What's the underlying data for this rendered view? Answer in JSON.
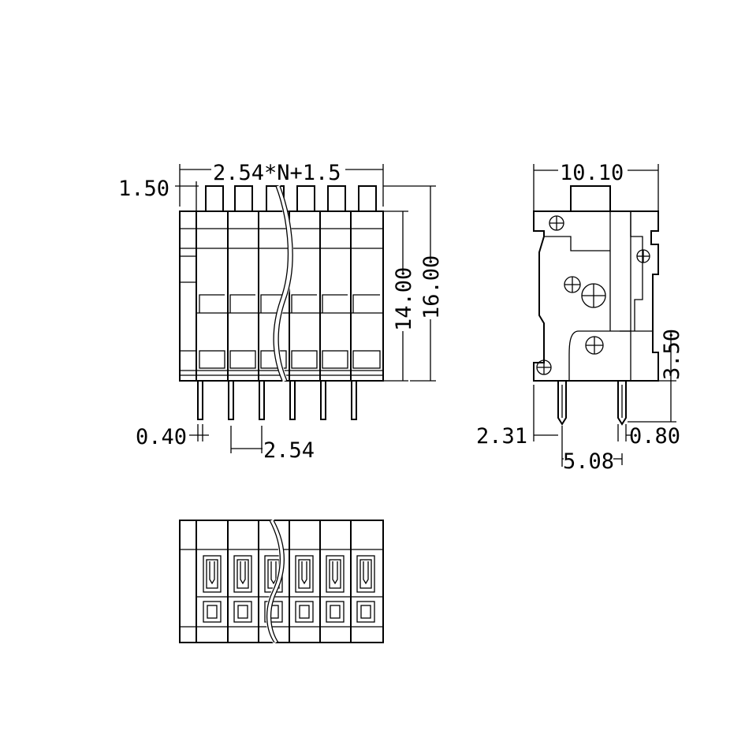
{
  "dimensions": {
    "front_view": {
      "overall_width": "2.54*N+1.5",
      "pin_tip_height": "1.50",
      "body_height": "14.00",
      "overall_height": "16.00",
      "pin_thickness": "0.40",
      "pitch": "2.54"
    },
    "side_view": {
      "depth": "10.10",
      "pin_length": "3.50",
      "pin_offset": "2.31",
      "pin_width": "0.80",
      "pin_spacing": "5.08"
    }
  }
}
